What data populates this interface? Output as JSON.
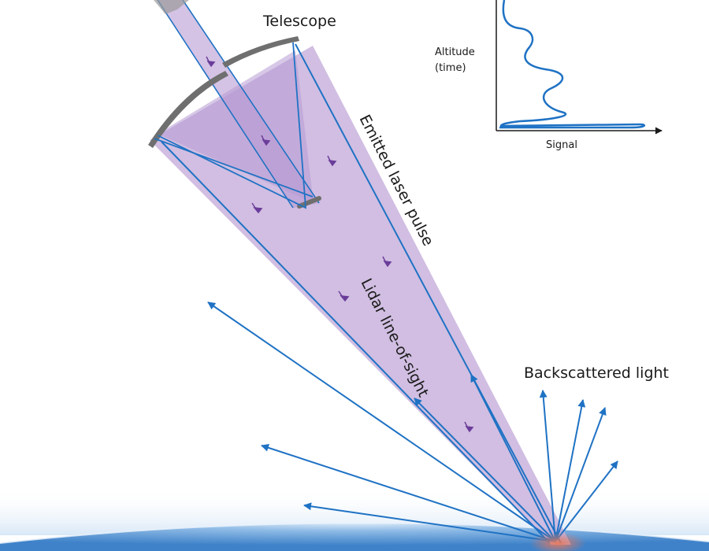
{
  "labels": {
    "telescope": "Telescope",
    "emitted_pulse": "Emitted laser pulse",
    "line_of_sight": "Lidar line-of-sight",
    "backscattered": "Backscattered light"
  },
  "inset_chart": {
    "ylabel_line1": "Altitude",
    "ylabel_line2": "(time)",
    "xlabel": "Signal"
  },
  "colors": {
    "beam": "#c9b3dd",
    "beam_core": "#b79bd3",
    "ray": "#1f72c4",
    "pulse_arrow": "#6b3d9a",
    "mirror": "#6f6f6f",
    "earth": "#7fb0e0",
    "hotspot": "#e0846a"
  }
}
